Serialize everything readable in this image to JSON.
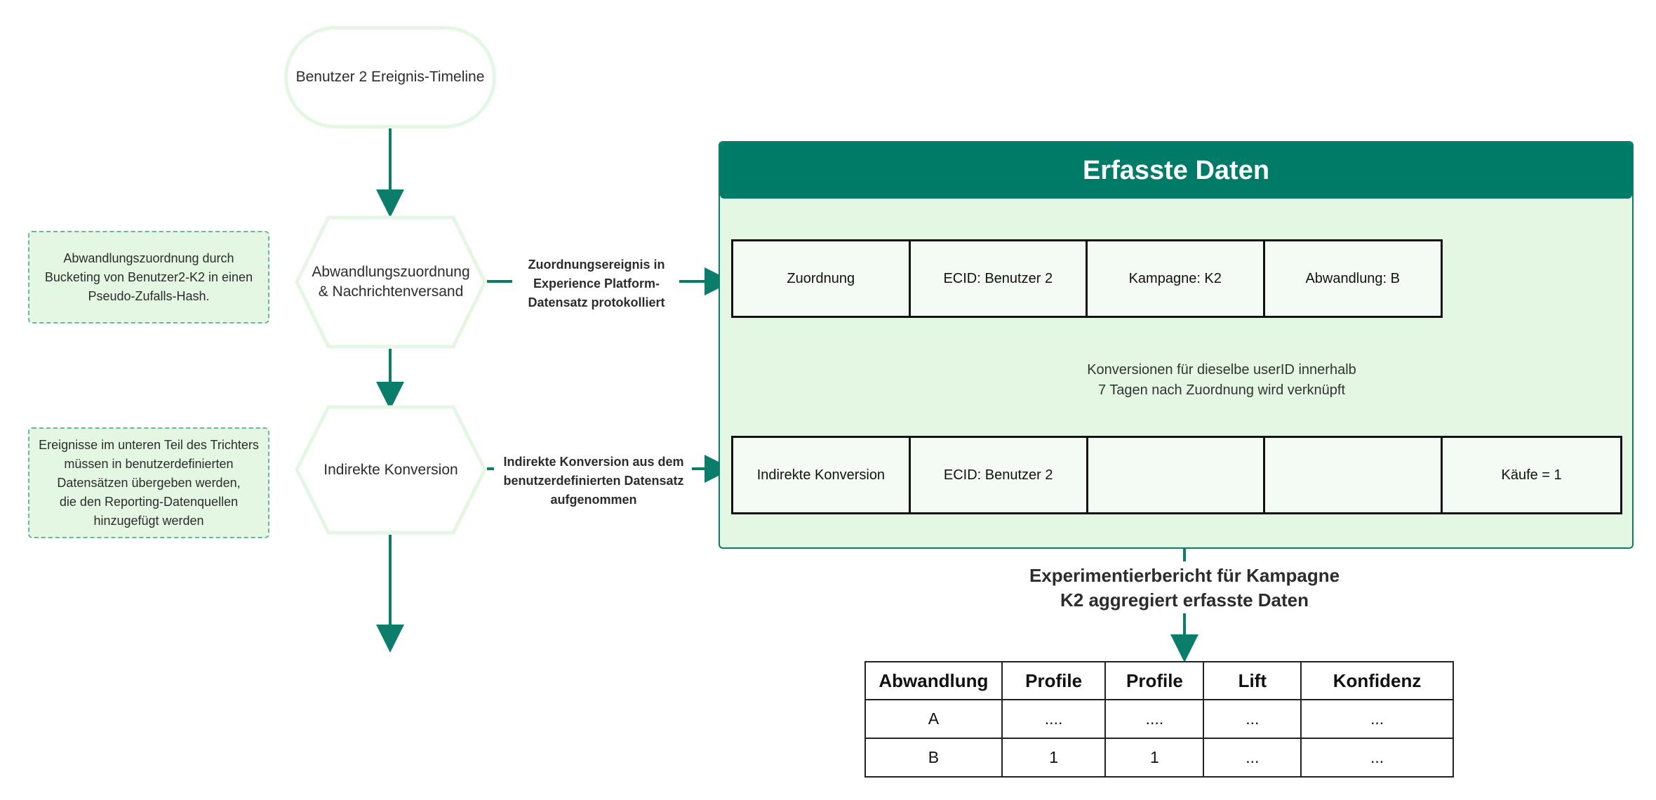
{
  "start_node": "Benutzer 2 Ereignis-Timeline",
  "hex_assignment": [
    "Abwandlungszuordnung",
    "& Nachrichtenversand"
  ],
  "hex_conversion": "Indirekte Konversion",
  "note_assignment": [
    "Abwandlungszuordnung durch",
    "Bucketing von Benutzer2-K2 in einen",
    "Pseudo-Zufalls-Hash."
  ],
  "note_conversion": [
    "Ereignisse im unteren Teil des Trichters",
    "müssen in benutzerdefinierten",
    "Datensätzen übergeben werden,",
    "die den Reporting-Datenquellen",
    "hinzugefügt werden"
  ],
  "edge_assignment": [
    "Zuordnungsereignis in",
    "Experience Platform-",
    "Datensatz protokolliert"
  ],
  "edge_conversion": [
    "Indirekte Konversion aus dem",
    "benutzerdefinierten Datensatz",
    "aufgenommen"
  ],
  "container_title": "Erfasste Daten",
  "assignment_row": [
    "Zuordnung",
    "ECID: Benutzer 2",
    "Kampagne: K2",
    "Abwandlung: B"
  ],
  "conversion_row": [
    "Indirekte Konversion",
    "ECID: Benutzer 2",
    "",
    "",
    "Käufe = 1"
  ],
  "link_note": [
    "Konversionen für dieselbe userID innerhalb",
    "7 Tagen nach Zuordnung wird verknüpft"
  ],
  "report_title": [
    "Experimentierbericht für Kampagne",
    "K2 aggregiert erfasste Daten"
  ],
  "report_table": {
    "headers": [
      "Abwandlung",
      "Profile",
      "Profile",
      "Lift",
      "Konfidenz"
    ],
    "rows": [
      [
        "A",
        "....",
        "....",
        "...",
        "..."
      ],
      [
        "B",
        "1",
        "1",
        "...",
        "..."
      ]
    ]
  },
  "colors": {
    "teal": "#007b67",
    "light_green": "#e3f7e3",
    "note_border": "#6ab79a"
  }
}
